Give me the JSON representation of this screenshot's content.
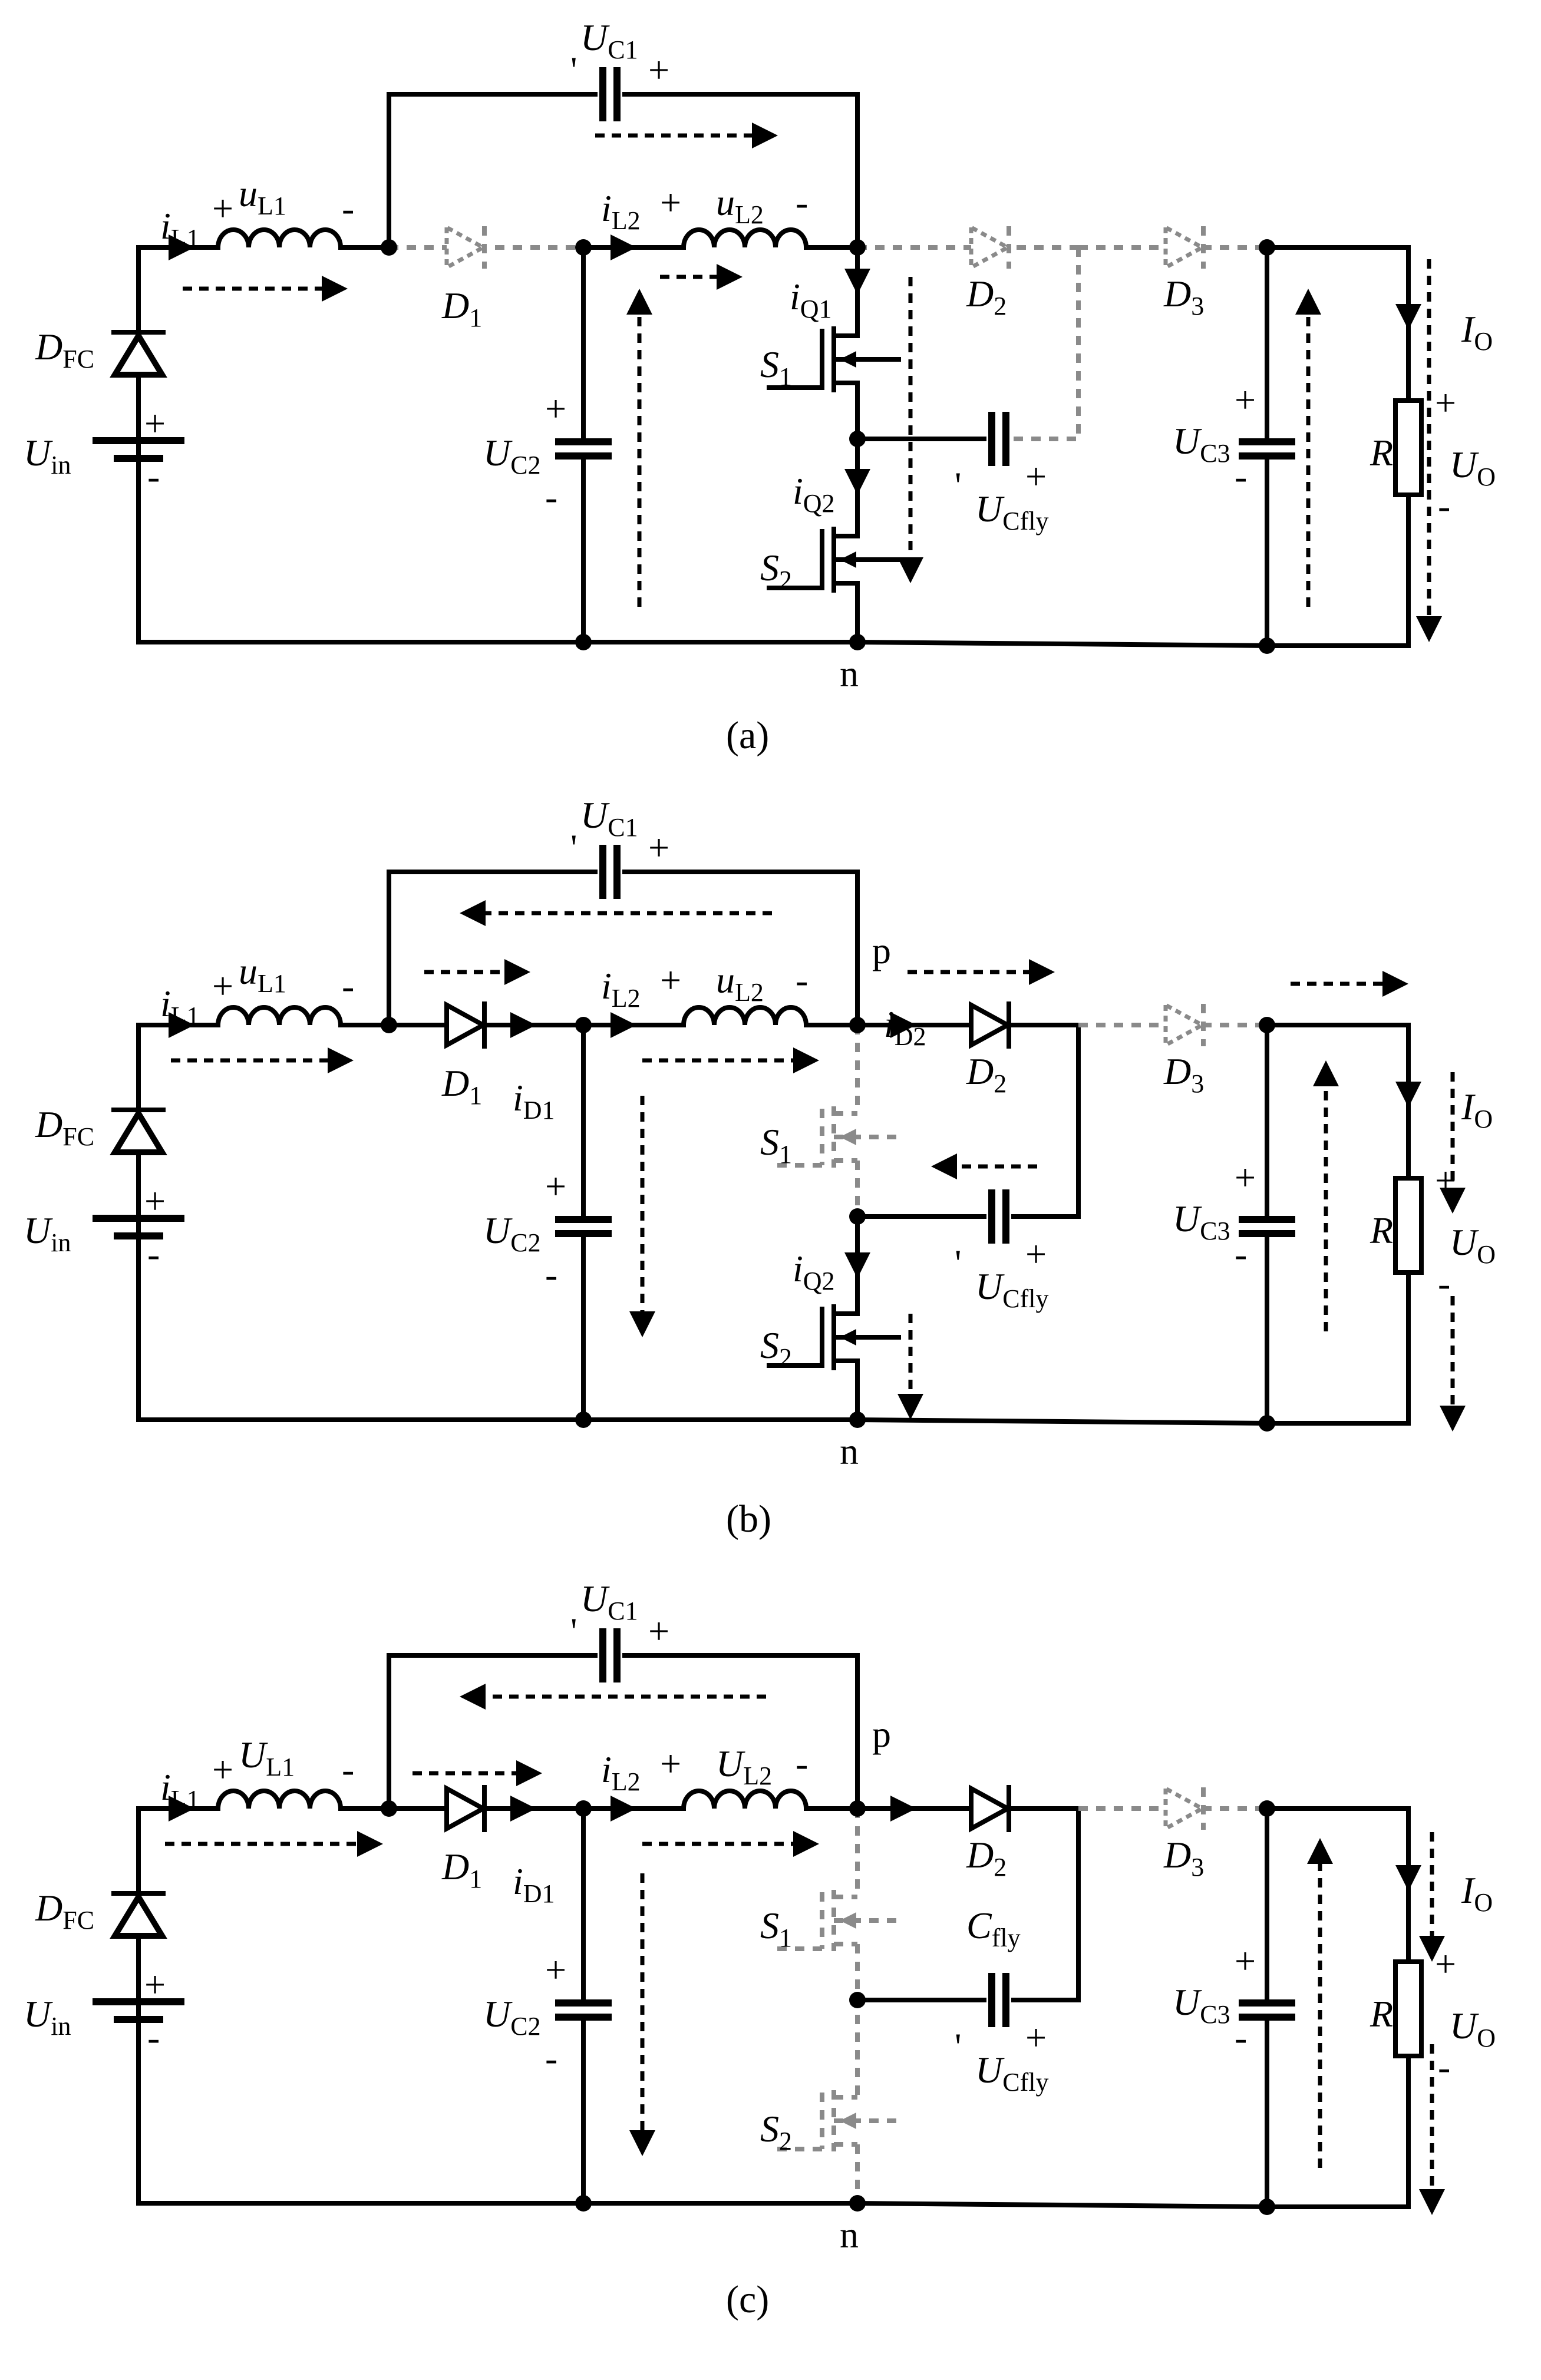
{
  "panels": [
    {
      "id": "a",
      "caption": "(a)",
      "node_p": "",
      "labels": {
        "UC1": [
          "U",
          "C1"
        ],
        "iL1": [
          "i",
          "L1"
        ],
        "uL1": [
          "u",
          "L1"
        ],
        "iL2": [
          "i",
          "L2"
        ],
        "uL2": [
          "u",
          "L2"
        ],
        "D1": [
          "D",
          "1"
        ],
        "D2": [
          "D",
          "2"
        ],
        "D3": [
          "D",
          "3"
        ],
        "DFC": [
          "D",
          "FC"
        ],
        "Uin": [
          "U",
          "in"
        ],
        "UC2": [
          "U",
          "C2"
        ],
        "UC3": [
          "U",
          "C3"
        ],
        "iQ1": [
          "i",
          "Q1"
        ],
        "iQ2": [
          "i",
          "Q2"
        ],
        "S1": [
          "S",
          "1"
        ],
        "S2": [
          "S",
          "2"
        ],
        "UCfly": [
          "U",
          "Cfly"
        ],
        "IO": [
          "I",
          "O"
        ],
        "UO": [
          "U",
          "O"
        ],
        "R": "R",
        "iD1": [
          "",
          ""
        ],
        "iD2": [
          "",
          ""
        ],
        "Cfly": [
          "",
          ""
        ],
        "n": "n"
      }
    },
    {
      "id": "b",
      "caption": "(b)",
      "node_p": "p",
      "labels": {
        "UC1": [
          "U",
          "C1"
        ],
        "iL1": [
          "i",
          "L1"
        ],
        "uL1": [
          "u",
          "L1"
        ],
        "iL2": [
          "i",
          "L2"
        ],
        "uL2": [
          "u",
          "L2"
        ],
        "D1": [
          "D",
          "1"
        ],
        "D2": [
          "D",
          "2"
        ],
        "D3": [
          "D",
          "3"
        ],
        "DFC": [
          "D",
          "FC"
        ],
        "Uin": [
          "U",
          "in"
        ],
        "UC2": [
          "U",
          "C2"
        ],
        "UC3": [
          "U",
          "C3"
        ],
        "iQ1": [
          "",
          ""
        ],
        "iQ2": [
          "i",
          "Q2"
        ],
        "S1": [
          "S",
          "1"
        ],
        "S2": [
          "S",
          "2"
        ],
        "UCfly": [
          "U",
          "Cfly"
        ],
        "IO": [
          "I",
          "O"
        ],
        "UO": [
          "U",
          "O"
        ],
        "R": "R",
        "iD1": [
          "i",
          "D1"
        ],
        "iD2": [
          "i",
          "D2"
        ],
        "Cfly": [
          "",
          ""
        ],
        "n": "n"
      }
    },
    {
      "id": "c",
      "caption": "(c)",
      "node_p": "p",
      "labels": {
        "UC1": [
          "U",
          "C1"
        ],
        "iL1": [
          "i",
          "L1"
        ],
        "uL1": [
          "U",
          "L1"
        ],
        "iL2": [
          "i",
          "L2"
        ],
        "uL2": [
          "U",
          "L2"
        ],
        "D1": [
          "D",
          "1"
        ],
        "D2": [
          "D",
          "2"
        ],
        "D3": [
          "D",
          "3"
        ],
        "DFC": [
          "D",
          "FC"
        ],
        "Uin": [
          "U",
          "in"
        ],
        "UC2": [
          "U",
          "C2"
        ],
        "UC3": [
          "U",
          "C3"
        ],
        "iQ1": [
          "",
          ""
        ],
        "iQ2": [
          "",
          ""
        ],
        "S1": [
          "S",
          "1"
        ],
        "S2": [
          "S",
          "2"
        ],
        "UCfly": [
          "U",
          "Cfly"
        ],
        "IO": [
          "I",
          "O"
        ],
        "UO": [
          "U",
          "O"
        ],
        "R": "R",
        "iD1": [
          "i",
          "D1"
        ],
        "iD2": [
          "",
          ""
        ],
        "Cfly": [
          "C",
          "fly"
        ],
        "n": "n"
      }
    }
  ],
  "symbols": {
    "plus": "+",
    "minus": "-"
  },
  "colors": {
    "wire": "#000000",
    "inactive": "#8a8a8a",
    "background": "#ffffff"
  }
}
